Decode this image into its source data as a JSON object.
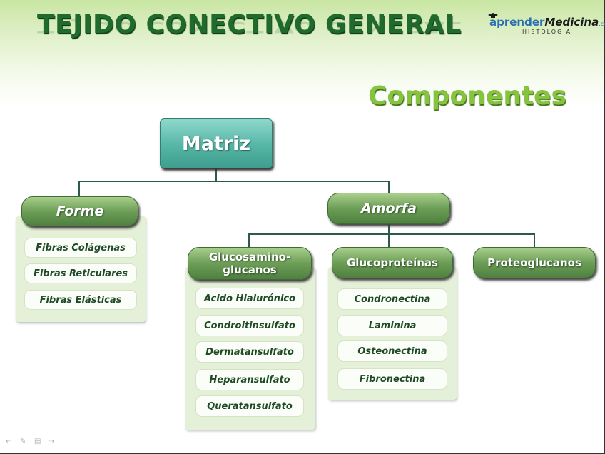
{
  "header": {
    "title": "TEJIDO CONECTIVO GENERAL",
    "logo_part1": "aprender",
    "logo_part2": "Medicina",
    "logo_domain": ".com",
    "logo_sub": "HISTOLOGIA"
  },
  "heading": "Componentes",
  "diagram": {
    "root": "Matriz",
    "forme": {
      "label": "Forme",
      "items": [
        "Fibras Colágenas",
        "Fibras Reticulares",
        "Fibras Elásticas"
      ]
    },
    "amorfa": {
      "label": "Amorfa",
      "gag": {
        "label_line1": "Glucosamino-",
        "label_line2": "glucanos",
        "items": [
          "Acido Hialurónico",
          "Condroitinsulfato",
          "Dermatansulfato",
          "Heparansulfato",
          "Queratansulfato"
        ]
      },
      "glycoproteins": {
        "label": "Glucoproteínas",
        "items": [
          "Condronectina",
          "Laminina",
          "Osteonectina",
          "Fibronectina"
        ]
      },
      "proteoglycans": {
        "label": "Proteoglucanos"
      }
    }
  },
  "colors": {
    "title": "#1f6a2c",
    "heading": "#86c440",
    "root_fill": "#55b6a6",
    "pill_fill": "#6c9e57",
    "panel_fill": "#e5f0d8",
    "leaf_text": "#1f4a26"
  },
  "toolbar_icons": [
    "previous-slide-icon",
    "pen-icon",
    "slide-menu-icon",
    "next-slide-icon"
  ]
}
